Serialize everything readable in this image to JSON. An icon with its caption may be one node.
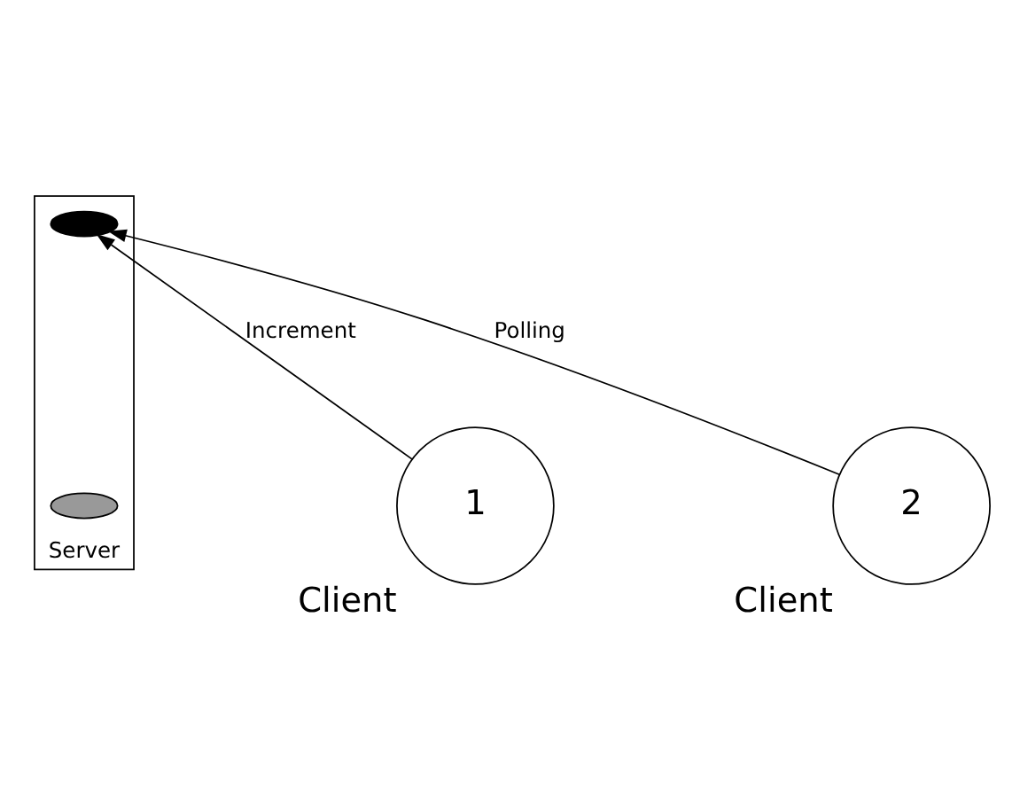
{
  "diagram": {
    "nodes": [
      {
        "text": [
          "Server"
        ]
      },
      {
        "text": [],
        "shape": "ellipse",
        "in": 0
      },
      {
        "text": [],
        "shape": "ellipse",
        "in": 0
      },
      {
        "text": [
          "1"
        ],
        "beside": [
          "Client"
        ]
      },
      {
        "text": [
          "2"
        ],
        "beside": [
          "Client"
        ]
      }
    ],
    "edges": [
      {
        "from": 3,
        "to": 1,
        "arrow": "to",
        "label": "Increment"
      },
      {
        "from": 4,
        "to": 1,
        "arrow": "to",
        "label": "Polling"
      }
    ]
  }
}
